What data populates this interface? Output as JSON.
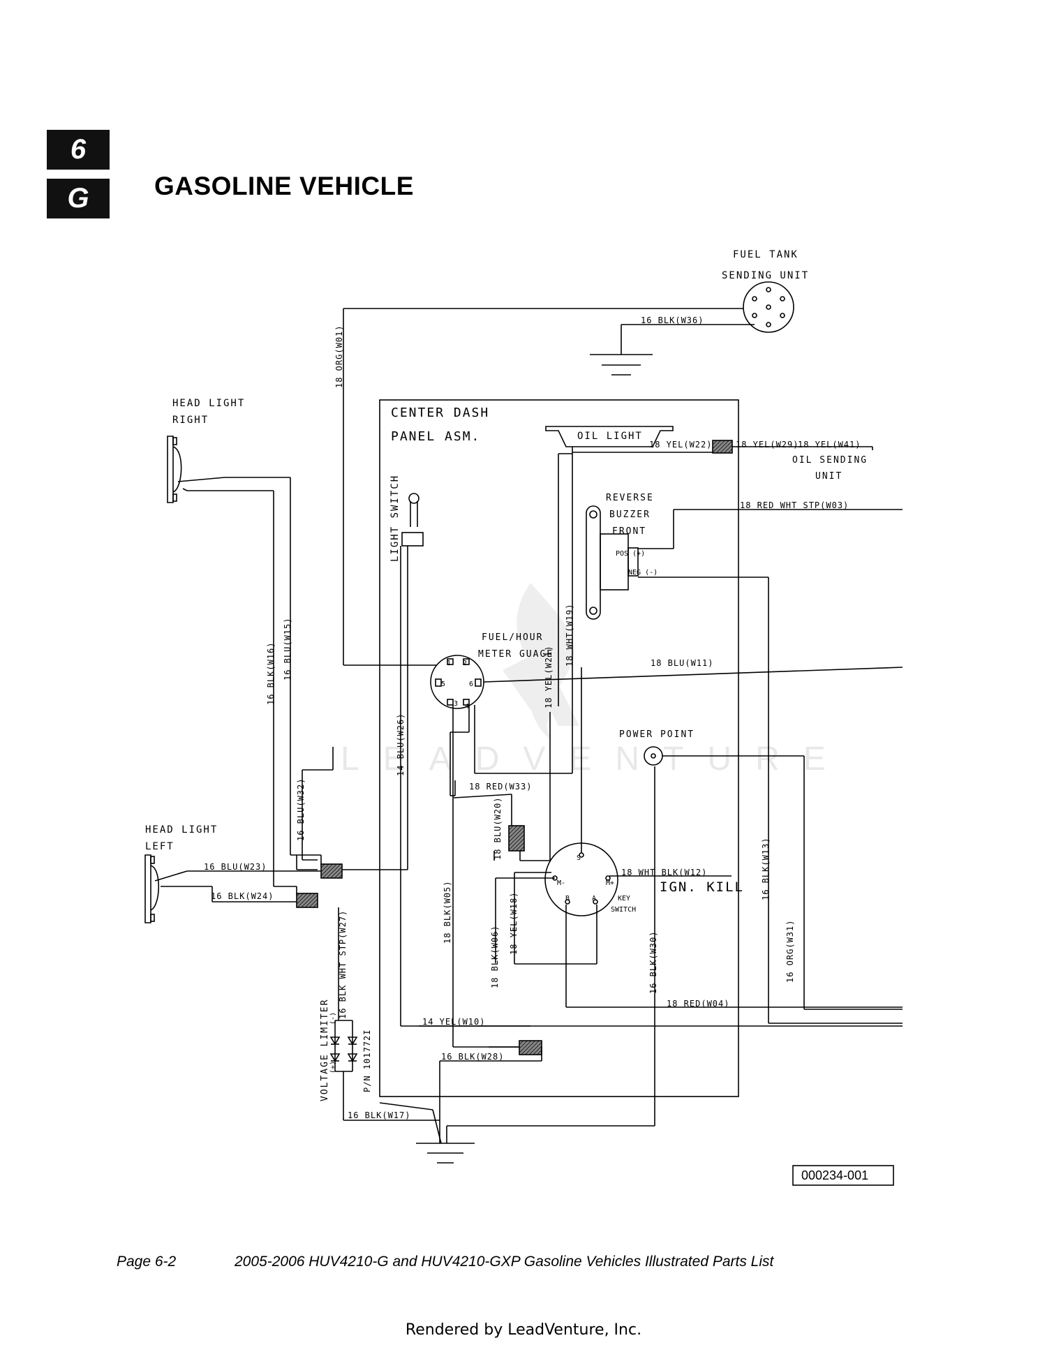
{
  "section_tab": {
    "number": "6",
    "letter": "G"
  },
  "section_title": "GASOLINE VEHICLE",
  "watermark": "LEADVENTURE",
  "components": {
    "fuel_tank_line1": "FUEL TANK",
    "fuel_tank_line2": "SENDING UNIT",
    "head_light_right_line1": "HEAD LIGHT",
    "head_light_right_line2": "RIGHT",
    "head_light_left_line1": "HEAD LIGHT",
    "head_light_left_line2": "LEFT",
    "center_dash_line1": "CENTER DASH",
    "center_dash_line2": "PANEL ASM.",
    "oil_light": "OIL LIGHT",
    "oil_sending_line1": "OIL SENDING",
    "oil_sending_line2": "UNIT",
    "reverse_buzzer_line1": "REVERSE",
    "reverse_buzzer_line2": "BUZZER",
    "reverse_buzzer_line3": "FRONT",
    "pos": "POS (+)",
    "neg": "NEG (-)",
    "light_switch": "LIGHT SWITCH",
    "meter_line1": "FUEL/HOUR",
    "meter_line2": "METER GUAGE",
    "power_point": "POWER POINT",
    "ign_kill": "IGN. KILL",
    "key_switch_line1": "KEY",
    "key_switch_line2": "SWITCH",
    "voltage_limiter": "VOLTAGE LIMITER",
    "part_number": "P/N 101772I",
    "limiter_minus": "(-)",
    "limiter_plus": "(+)"
  },
  "terminals": {
    "meter_1": "1",
    "meter_2": "2",
    "meter_5": "5",
    "meter_6": "6",
    "meter_3": "3",
    "meter_4": "4",
    "key_s": "S",
    "key_m_minus": "M-",
    "key_m_plus": "M+",
    "key_b": "B",
    "key_a": "A"
  },
  "wires": {
    "w36": "16 BLK(W36)",
    "w01": "18 ORG(W01)",
    "w22": "18 YEL(W22)",
    "w29": "18 YEL(W29)",
    "w41": "18 YEL(W41)",
    "w03": "18 RED WHT STP(W03)",
    "w16": "16 BLK(W16)",
    "w15": "16 BLU(W15)",
    "w19": "18 WHT(W19)",
    "w21": "18 YEL(W21)",
    "w11": "18 BLU(W11)",
    "w26": "14 BLU(W26)",
    "w32": "16 BLU(W32)",
    "w33": "18 RED(W33)",
    "w20": "18 BLU(W20)",
    "w23": "16 BLU(W23)",
    "w24": "16 BLK(W24)",
    "w12": "18 WHT BLK(W12)",
    "w13": "16 BLK(W13)",
    "w27": "16 BLK WHT STP(W27)",
    "w05": "18 BLK(W05)",
    "w06": "18 BLK(W06)",
    "w18": "18 YEL(W18)",
    "w30": "16 BLK(W30)",
    "w31": "16 ORG(W31)",
    "w04": "18 RED(W04)",
    "w10": "14 YEL(W10)",
    "w28": "16 BLK(W28)",
    "w17": "16 BLK(W17)"
  },
  "drawing_number": "000234-001",
  "footer": {
    "page": "Page 6-2",
    "title": "2005-2006 HUV4210-G and HUV4210-GXP Gasoline Vehicles Illustrated Parts List"
  },
  "rendered_by": "Rendered by LeadVenture, Inc."
}
